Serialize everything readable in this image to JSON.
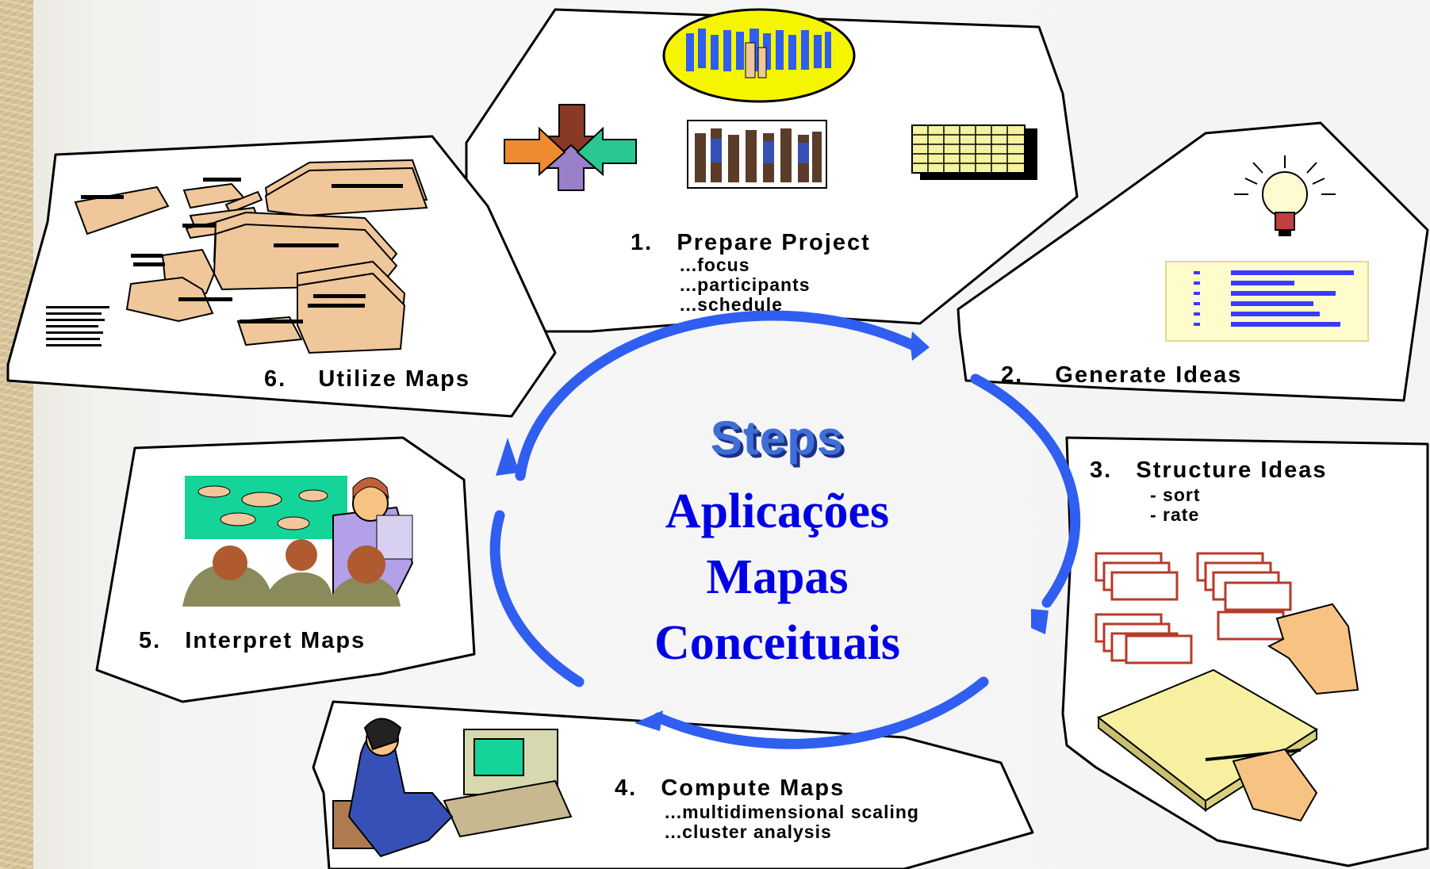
{
  "center": {
    "heading": "Steps",
    "lines": [
      "Aplicações",
      "Mapas",
      "Conceituais"
    ]
  },
  "steps": [
    {
      "number": "1.",
      "title": "Prepare Project",
      "details": [
        "...focus",
        "...participants",
        "...schedule"
      ]
    },
    {
      "number": "2.",
      "title": "Generate Ideas",
      "details": []
    },
    {
      "number": "3.",
      "title": "Structure Ideas",
      "details": [
        "- sort",
        "- rate"
      ]
    },
    {
      "number": "4.",
      "title": "Compute Maps",
      "details": [
        "...multidimensional scaling",
        "...cluster analysis"
      ]
    },
    {
      "number": "5.",
      "title": "Interpret Maps",
      "details": []
    },
    {
      "number": "6.",
      "title": "Utilize Maps",
      "details": []
    }
  ],
  "colors": {
    "cycle_arrow": "#2f5ef0",
    "center_text": "#0000e6",
    "heading_fill": "#3f6fd6",
    "map_shapes": "#f0c79a",
    "idea_note": "#fffccc",
    "slide_green": "#15d49a"
  },
  "icons": [
    "people-crowd-icon",
    "group-photo-icon",
    "calendar-icon",
    "converging-arrows-icon",
    "lightbulb-icon",
    "idea-list-icon",
    "sort-cards-icon",
    "hand-icon",
    "notepad-icon",
    "computer-user-icon",
    "presentation-icon",
    "concept-map-icon"
  ]
}
